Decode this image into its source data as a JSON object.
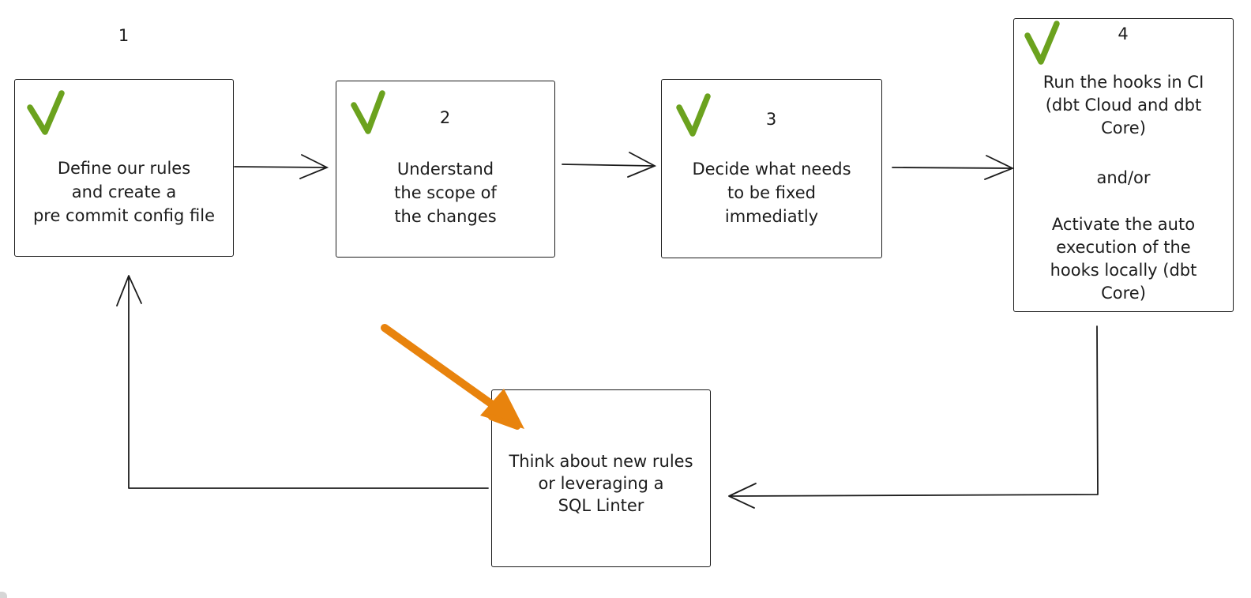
{
  "diagram": {
    "colors": {
      "check_green": "#6ba21e",
      "arrow_orange": "#e8830d",
      "ink": "#1c1c1c"
    },
    "steps": [
      {
        "id": "step-1",
        "number": "1",
        "checked": true,
        "lines": [
          "Define our rules",
          "and create a",
          "pre commit config file"
        ]
      },
      {
        "id": "step-2",
        "number": "2",
        "checked": true,
        "lines": [
          "Understand",
          "the scope of",
          "the changes"
        ]
      },
      {
        "id": "step-3",
        "number": "3",
        "checked": true,
        "lines": [
          "Decide what needs",
          "to be fixed",
          "immediatly"
        ]
      },
      {
        "id": "step-4",
        "number": "4",
        "checked": true,
        "lines": [
          "Run the hooks in CI",
          "(dbt Cloud and dbt",
          "Core)"
        ],
        "connector": "and/or",
        "lines2": [
          "Activate the auto",
          "execution of the",
          "hooks locally (dbt",
          "Core)"
        ]
      }
    ],
    "loop_box": {
      "id": "loop-box",
      "lines": [
        "Think about new rules",
        "or leveraging a",
        "SQL Linter"
      ]
    },
    "flow": [
      {
        "from": "step-1",
        "to": "step-2"
      },
      {
        "from": "step-2",
        "to": "step-3"
      },
      {
        "from": "step-3",
        "to": "step-4"
      },
      {
        "from": "step-4",
        "to": "loop-box"
      },
      {
        "from": "loop-box",
        "to": "step-1"
      },
      {
        "from": "annotation",
        "to": "loop-box",
        "style": "orange-highlight"
      }
    ]
  }
}
